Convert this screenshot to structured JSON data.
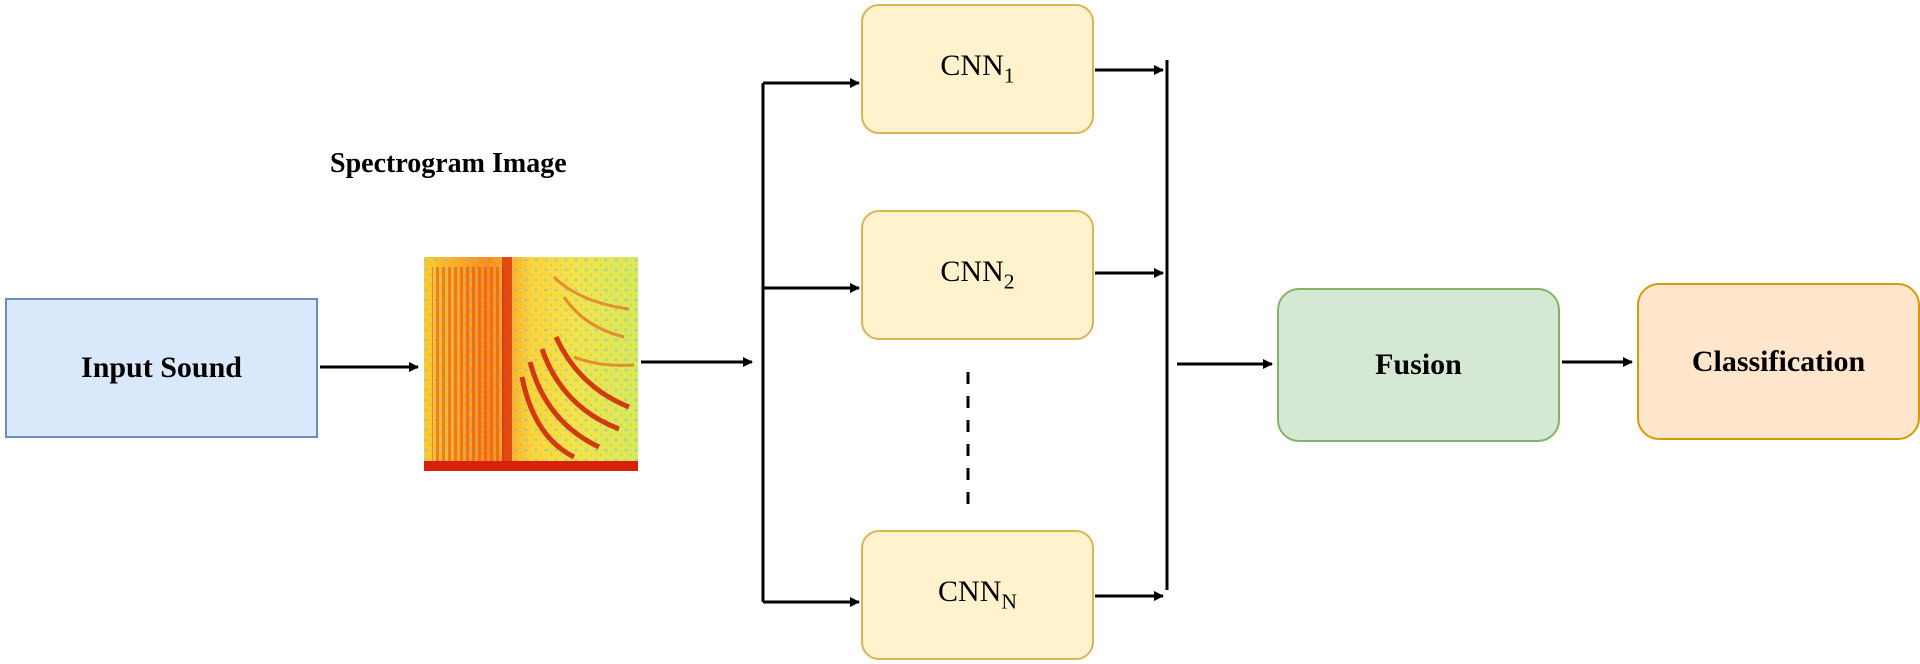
{
  "nodes": {
    "input": "Input Sound",
    "spectrogram_label": "Spectrogram Image",
    "cnn1": {
      "base": "CNN",
      "sub": "1"
    },
    "cnn2": {
      "base": "CNN",
      "sub": "2"
    },
    "cnnN": {
      "base": "CNN",
      "sub": "N"
    },
    "fusion": "Fusion",
    "classification": "Classification"
  },
  "colors": {
    "input_fill": "#dae8fc",
    "input_border": "#6c8ebf",
    "cnn_fill": "#fff2cc",
    "cnn_border": "#d6b656",
    "fusion_fill": "#d5e8d4",
    "fusion_border": "#82b366",
    "classification_fill": "#ffe6cc",
    "classification_border": "#d79b00"
  }
}
